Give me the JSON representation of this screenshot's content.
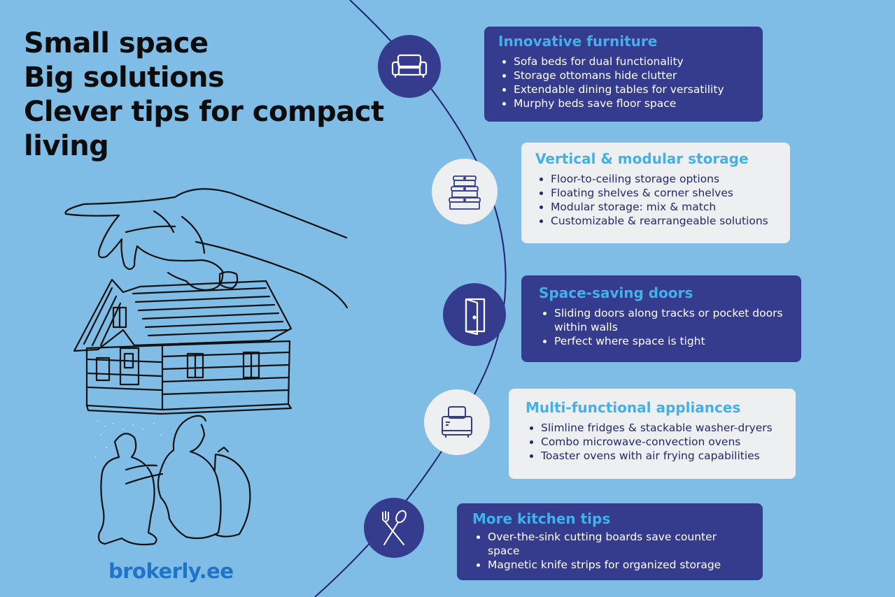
{
  "headline": {
    "line1": "Small space",
    "line2": "Big solutions",
    "line3": "Clever tips for compact",
    "line4": "living"
  },
  "sections": [
    {
      "title": "Innovative furniture",
      "icon": "sofa-icon",
      "items": [
        "Sofa beds for dual functionality",
        "Storage ottomans hide clutter",
        "Extendable dining tables for versatility",
        "Murphy beds save floor space"
      ]
    },
    {
      "title": "Vertical & modular storage",
      "icon": "stacked-containers-icon",
      "items": [
        "Floor-to-ceiling storage options",
        "Floating shelves & corner shelves",
        "Modular storage: mix & match",
        "Customizable & rearrangeable solutions"
      ]
    },
    {
      "title": "Space-saving doors",
      "icon": "door-icon",
      "items": [
        "Sliding doors along tracks or pocket doors within walls",
        "Perfect where space is tight"
      ]
    },
    {
      "title": "Multi-functional appliances",
      "icon": "toaster-icon",
      "items": [
        "Slimline fridges & stackable washer-dryers",
        "Combo microwave-convection ovens",
        "Toaster ovens with air frying capabilities"
      ]
    },
    {
      "title": "More kitchen tips",
      "icon": "fork-spoon-icon",
      "items": [
        "Over-the-sink cutting boards save counter space",
        "Magnetic knife strips for organized storage"
      ]
    }
  ],
  "brand": {
    "logo_text": "brokerly.ee"
  },
  "colors": {
    "background": "#7fbde6",
    "navy": "#363c8d",
    "light": "#eeeff1",
    "title_blue": "#41b1ea",
    "logo_blue": "#1f74c9"
  }
}
